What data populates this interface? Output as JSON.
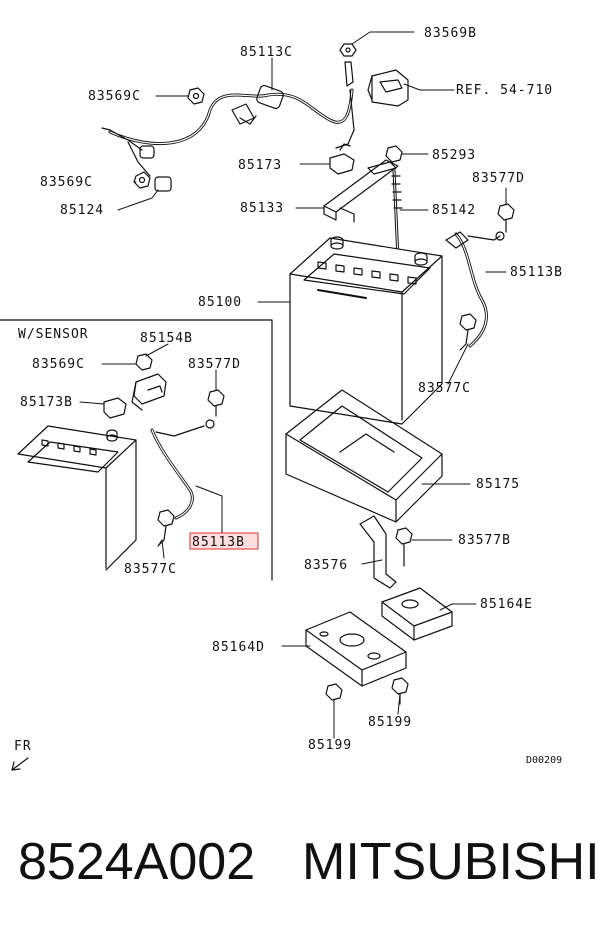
{
  "diagram": {
    "labels": {
      "l_83569B": "83569B",
      "l_85113C": "85113C",
      "l_83569C_a": "83569C",
      "l_ref": "REF. 54-710",
      "l_85173": "85173",
      "l_85293": "85293",
      "l_83569C_b": "83569C",
      "l_83577D_a": "83577D",
      "l_85124": "85124",
      "l_85133": "85133",
      "l_85142": "85142",
      "l_85113B_a": "85113B",
      "l_85100": "85100",
      "l_wsensor": "W/SENSOR",
      "l_85154B": "85154B",
      "l_83569C_c": "83569C",
      "l_83577D_b": "83577D",
      "l_85173B": "85173B",
      "l_83577C_a": "83577C",
      "l_85113B_b": "85113B",
      "l_83577C_b": "83577C",
      "l_85175": "85175",
      "l_83577B": "83577B",
      "l_83576": "83576",
      "l_85164E": "85164E",
      "l_85164D": "85164D",
      "l_85199_a": "85199",
      "l_85199_b": "85199",
      "l_fr": "FR",
      "l_code": "D00209"
    },
    "highlighted_part": "85113B"
  },
  "footer": {
    "part_number": "8524A002",
    "brand": "MITSUBISHI"
  }
}
